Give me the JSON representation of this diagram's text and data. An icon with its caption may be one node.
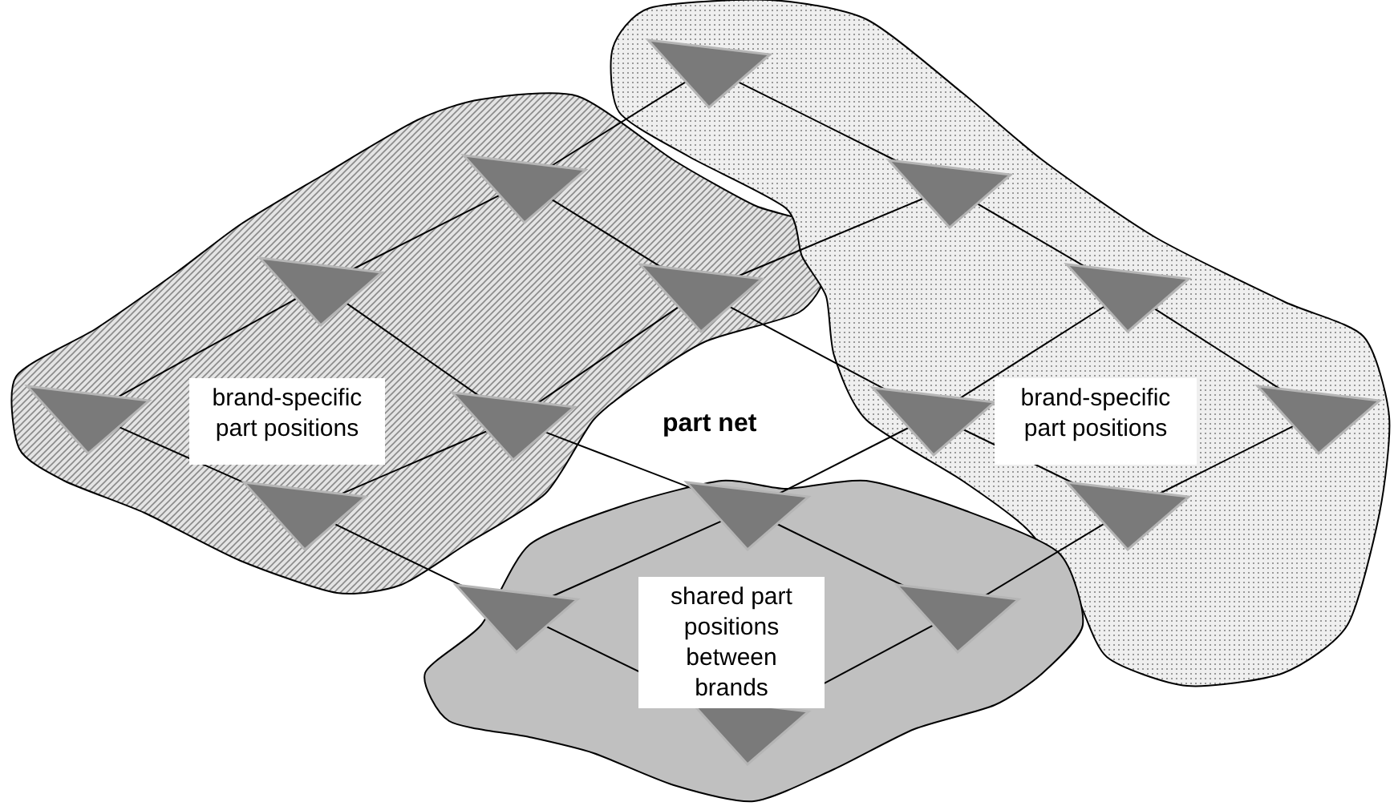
{
  "diagram": {
    "nodes": [
      {
        "text": [
          "brand-specific part positions"
        ]
      },
      {
        "text": [
          "brand-specific part positions"
        ]
      },
      {
        "text": [
          "shared part positions between brands"
        ]
      },
      {
        "text": [],
        "shape": "triangle",
        "in": 1
      },
      {
        "text": [],
        "shape": "triangle",
        "in": 0
      },
      {
        "text": [],
        "shape": "triangle",
        "in": 1
      },
      {
        "text": [],
        "shape": "triangle",
        "in": 0
      },
      {
        "text": [],
        "shape": "triangle",
        "in": 0
      },
      {
        "text": [],
        "shape": "triangle",
        "in": 1
      },
      {
        "text": [],
        "shape": "triangle",
        "in": 0
      },
      {
        "text": [],
        "shape": "triangle",
        "in": 0
      },
      {
        "text": [],
        "shape": "triangle",
        "in": 1
      },
      {
        "text": [],
        "shape": "triangle",
        "in": 1
      },
      {
        "text": [],
        "shape": "triangle",
        "in": 0
      },
      {
        "text": [],
        "shape": "triangle",
        "in": 2
      },
      {
        "text": [],
        "shape": "triangle",
        "in": 1
      },
      {
        "text": [],
        "shape": "triangle",
        "in": 2
      },
      {
        "text": [],
        "shape": "triangle",
        "in": 2
      },
      {
        "text": [],
        "shape": "triangle",
        "in": 2
      }
    ],
    "edges": [
      {
        "from": 3,
        "to": 4,
        "arrow": "none"
      },
      {
        "from": 4,
        "to": 6,
        "arrow": "none"
      },
      {
        "from": 6,
        "to": 9,
        "arrow": "none"
      },
      {
        "from": 5,
        "to": 7,
        "arrow": "none"
      },
      {
        "from": 7,
        "to": 10,
        "arrow": "none"
      },
      {
        "from": 10,
        "to": 13,
        "arrow": "none"
      },
      {
        "from": 8,
        "to": 11,
        "arrow": "none"
      },
      {
        "from": 11,
        "to": 14,
        "arrow": "none"
      },
      {
        "from": 14,
        "to": 16,
        "arrow": "none"
      },
      {
        "from": 12,
        "to": 15,
        "arrow": "none"
      },
      {
        "from": 15,
        "to": 17,
        "arrow": "none"
      },
      {
        "from": 17,
        "to": 18,
        "arrow": "none"
      },
      {
        "from": 3,
        "to": 5,
        "arrow": "none"
      },
      {
        "from": 5,
        "to": 8,
        "arrow": "none"
      },
      {
        "from": 8,
        "to": 12,
        "arrow": "none"
      },
      {
        "from": 4,
        "to": 7,
        "arrow": "none"
      },
      {
        "from": 7,
        "to": 11,
        "arrow": "none"
      },
      {
        "from": 11,
        "to": 15,
        "arrow": "none"
      },
      {
        "from": 6,
        "to": 10,
        "arrow": "none"
      },
      {
        "from": 10,
        "to": 14,
        "arrow": "none"
      },
      {
        "from": 14,
        "to": 17,
        "arrow": "none"
      },
      {
        "from": 9,
        "to": 13,
        "arrow": "none"
      },
      {
        "from": 13,
        "to": 16,
        "arrow": "none"
      },
      {
        "from": 16,
        "to": 18,
        "arrow": "none"
      }
    ],
    "labels": [
      "part net"
    ]
  }
}
